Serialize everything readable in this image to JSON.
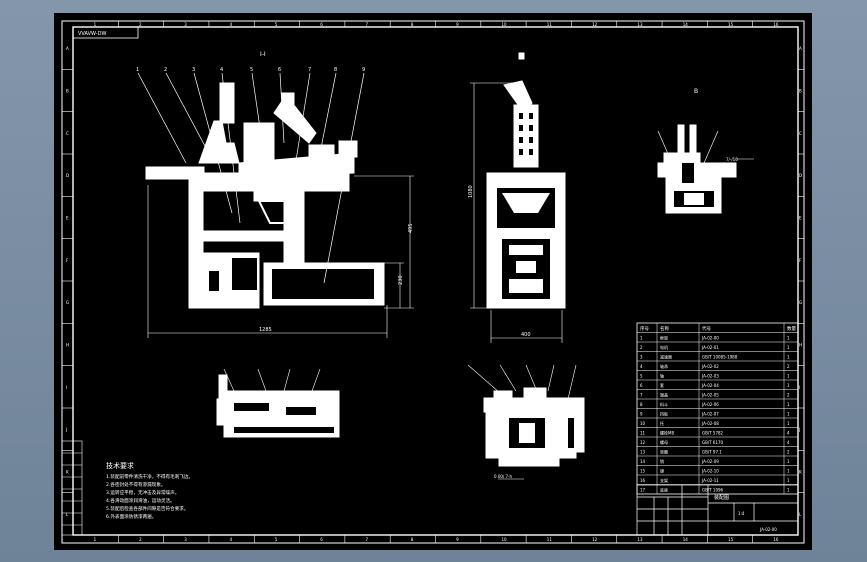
{
  "title_tag": "VVAVW-DW",
  "col_labels": [
    "1",
    "2",
    "3",
    "4",
    "5",
    "6",
    "7",
    "8",
    "9",
    "10",
    "11",
    "12",
    "13",
    "14",
    "15",
    "16"
  ],
  "row_labels": [
    "A",
    "B",
    "C",
    "D",
    "E",
    "F",
    "G",
    "H",
    "I",
    "J",
    "K",
    "L"
  ],
  "views": {
    "main": {
      "label": "I-I",
      "width_dim": "1285",
      "height_dim_1": "495",
      "height_dim_2": "230"
    },
    "side": {
      "height_dim": "1080",
      "width_dim": "400"
    },
    "detail": {
      "label": "B",
      "note": "7/-/10"
    },
    "bottom_left": {},
    "bottom_right": {
      "note": "0.00/ 7-h"
    }
  },
  "callouts": [
    "1",
    "2",
    "3",
    "4",
    "5",
    "6",
    "7",
    "8",
    "9"
  ],
  "tech_title": "技术要求",
  "tech_reqs": [
    "1.装配前零件清洗干净，不得有毛刺飞边。",
    "2.各密封处不得有渗漏现象。",
    "3.运转应平稳，无冲击及异常噪声。",
    "4.各滑动面涂润滑油，运动灵活。",
    "5.装配后检查各部件间隙是否符合要求。",
    "6.外表面涂防锈漆两遍。"
  ],
  "bom": {
    "headers": [
      "序号",
      "名称",
      "代号",
      "数量"
    ],
    "rows": [
      [
        "1",
        "框架",
        "JA-02-00",
        "1"
      ],
      [
        "2",
        "电机",
        "JA-02-01",
        "1"
      ],
      [
        "3",
        "减速器",
        "GB/T 10085-1988",
        "1"
      ],
      [
        "4",
        "轴承",
        "JA-02-02",
        "2"
      ],
      [
        "5",
        "轴",
        "JA-02-03",
        "1"
      ],
      [
        "6",
        "套",
        "JA-02-04",
        "1"
      ],
      [
        "7",
        "端盖",
        "JA-02-05",
        "2"
      ],
      [
        "8",
        "料斗",
        "JA-02-06",
        "1"
      ],
      [
        "9",
        "挡板",
        "JA-02-07",
        "1"
      ],
      [
        "10",
        "托",
        "JA-02-08",
        "1"
      ],
      [
        "11",
        "螺栓M8",
        "GB/T 5782",
        "4"
      ],
      [
        "12",
        "螺母",
        "GB/T 6170",
        "4"
      ],
      [
        "13",
        "垫圈",
        "GB/T 97.1",
        "2"
      ],
      [
        "14",
        "销",
        "JA-02-09",
        "1"
      ],
      [
        "15",
        "键",
        "JA-02-10",
        "1"
      ],
      [
        "16",
        "支架",
        "JA-02-11",
        "1"
      ],
      [
        "17",
        "底座",
        "GB/T 1096",
        "1"
      ]
    ]
  },
  "title_block": {
    "name": "装配图",
    "scale": "1:4",
    "drawing_no": "JA-02-00"
  }
}
